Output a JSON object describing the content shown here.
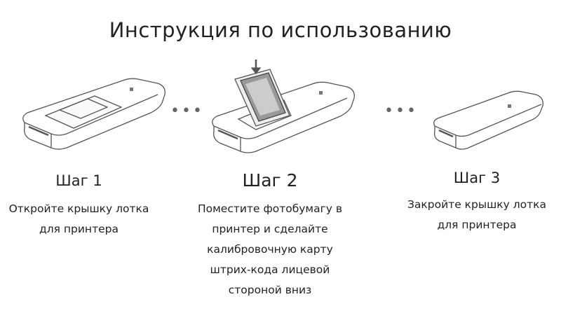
{
  "title": "Инструкция по использованию",
  "steps": [
    {
      "label": "Шаг 1",
      "description": [
        "Откройте крышку лотка",
        "для принтера"
      ]
    },
    {
      "label": "Шаг 2",
      "description": [
        "Поместите фотобумагу в",
        "принтер и сделайте",
        "калибровочную карту",
        "штрих-кода лицевой",
        "стороной вниз"
      ]
    },
    {
      "label": "Шаг 3",
      "description": [
        "Закройте крышку лотка",
        "для принтера"
      ]
    }
  ],
  "separator": "•••"
}
